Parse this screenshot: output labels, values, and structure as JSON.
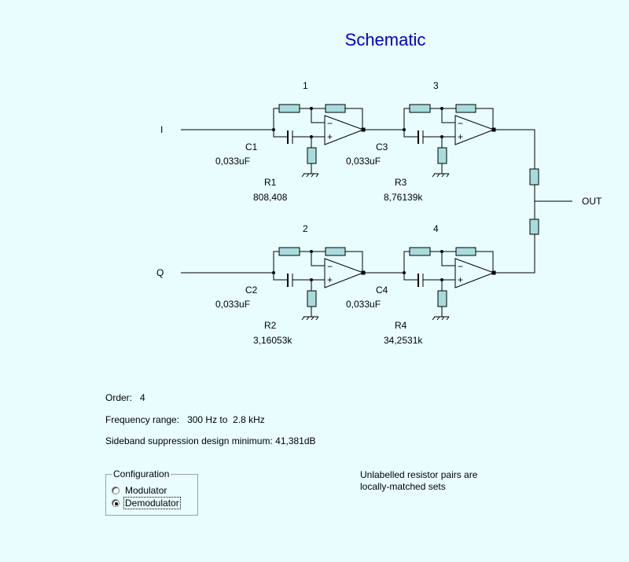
{
  "title": "Schematic",
  "colors": {
    "background": "#e9fdfe",
    "title": "#0000c0",
    "resistor_fill": "#a8dcdc",
    "wire": "#000000"
  },
  "schematic": {
    "inputs": {
      "i_label": "I",
      "q_label": "Q"
    },
    "output_label": "OUT",
    "stages": [
      {
        "number": "1",
        "cap_label": "C1",
        "cap_value": "0,033uF",
        "res_label": "R1",
        "res_value": "808,408"
      },
      {
        "number": "3",
        "cap_label": "C3",
        "cap_value": "0,033uF",
        "res_label": "R3",
        "res_value": "8,76139k"
      },
      {
        "number": "2",
        "cap_label": "C2",
        "cap_value": "0,033uF",
        "res_label": "R2",
        "res_value": "3,16053k"
      },
      {
        "number": "4",
        "cap_label": "C4",
        "cap_value": "0,033uF",
        "res_label": "R4",
        "res_value": "34,2531k"
      }
    ],
    "opamp_minus": "−",
    "opamp_plus": "+"
  },
  "info": {
    "order_label": "Order:",
    "order_value": "4",
    "freq_label": "Frequency range:",
    "freq_value": "300 Hz to  2.8 kHz",
    "sideband_label": "Sideband suppression design minimum:",
    "sideband_value": "41,381dB"
  },
  "configuration": {
    "legend": "Configuration",
    "options": [
      {
        "label": "Modulator",
        "checked": false
      },
      {
        "label": "Demodulator",
        "checked": true
      }
    ]
  },
  "note": {
    "line1": "Unlabelled resistor pairs are",
    "line2": "locally-matched sets"
  }
}
